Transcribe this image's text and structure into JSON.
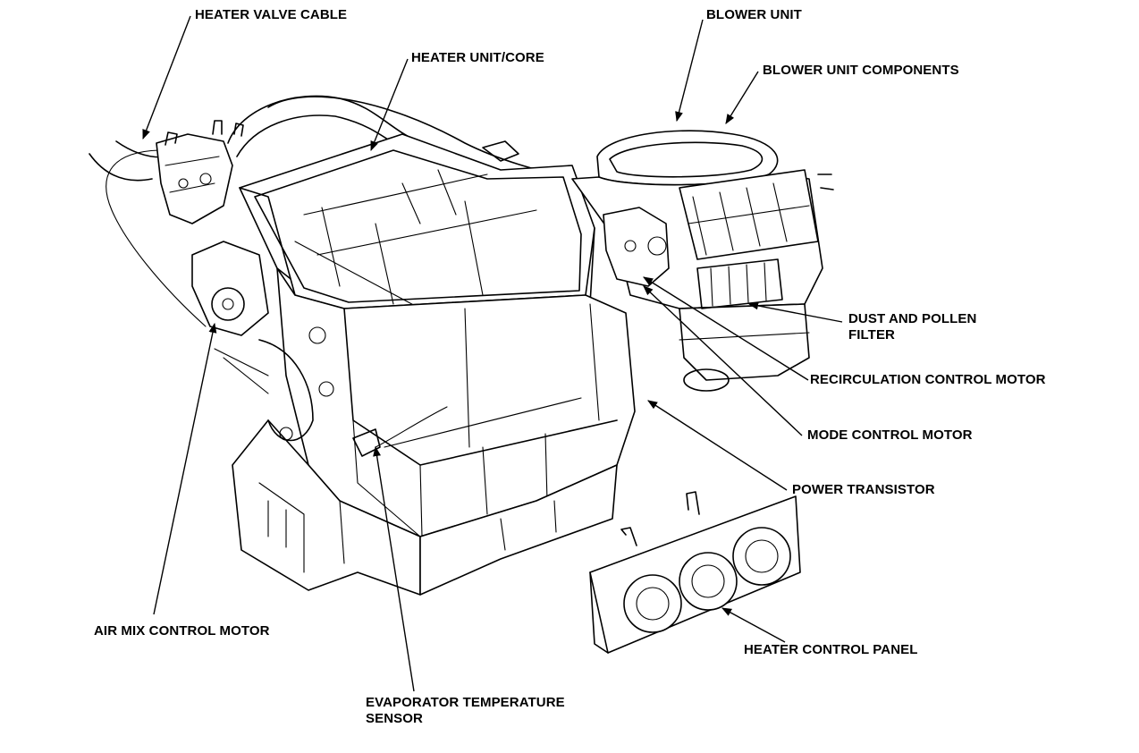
{
  "labels": {
    "heater_valve_cable": "HEATER VALVE CABLE",
    "heater_unit_core": "HEATER UNIT/CORE",
    "blower_unit": "BLOWER UNIT",
    "blower_unit_components": "BLOWER UNIT COMPONENTS",
    "dust_and_pollen_filter": [
      "DUST AND POLLEN",
      "FILTER"
    ],
    "recirculation_control_motor": "RECIRCULATION CONTROL MOTOR",
    "mode_control_motor": "MODE CONTROL MOTOR",
    "power_transistor": "POWER TRANSISTOR",
    "heater_control_panel": "HEATER CONTROL PANEL",
    "air_mix_control_motor": "AIR MIX CONTROL MOTOR",
    "evaporator_temperature_sensor": [
      "EVAPORATOR TEMPERATURE",
      "SENSOR"
    ]
  },
  "colors": {
    "ink": "#000000",
    "paper": "#ffffff"
  }
}
